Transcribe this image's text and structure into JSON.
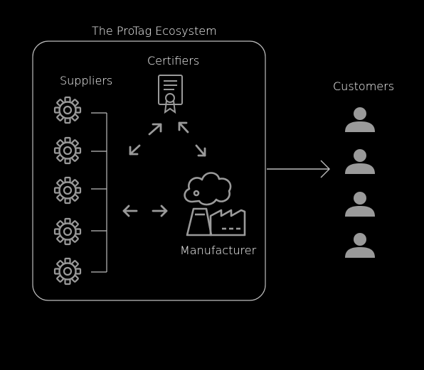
{
  "ecosystem": {
    "title": "The ProTag Ecosystem",
    "suppliers_label": "Suppliers",
    "certifiers_label": "Certifiers",
    "manufacturer_label": "Manufacturer"
  },
  "customers": {
    "label": "Customers"
  },
  "icons": {
    "supplier": "gear-icon",
    "certifier": "certificate-icon",
    "manufacturer": "factory-icon",
    "customer": "person-icon"
  },
  "colors": {
    "background": "#000000",
    "text": "#ffffff",
    "line": "#bdbdbd",
    "icon": "#9a9a9a"
  }
}
